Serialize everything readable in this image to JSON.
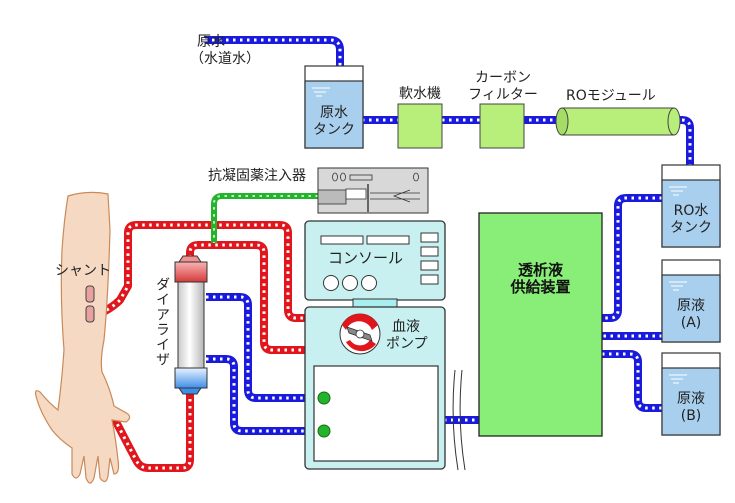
{
  "diagram": {
    "title": "Hemodialysis system diagram",
    "water_source": {
      "label_line1": "原水",
      "label_line2": "（水道水）"
    },
    "raw_water_tank": {
      "label_line1": "原水",
      "label_line2": "タンク"
    },
    "water_softener": {
      "label": "軟水機"
    },
    "carbon_filter": {
      "label_line1": "カーボン",
      "label_line2": "フィルター"
    },
    "ro_module": {
      "label": "ROモジュール"
    },
    "ro_water_tank": {
      "label_line1": "RO水",
      "label_line2": "タンク"
    },
    "concentrate_a": {
      "label_line1": "原液",
      "label_line2": "(A)"
    },
    "concentrate_b": {
      "label_line1": "原液",
      "label_line2": "(B)"
    },
    "dialysate_supply": {
      "label_line1": "透析液",
      "label_line2": "供給装置"
    },
    "anticoagulant_injector": {
      "label": "抗凝固薬注入器"
    },
    "console": {
      "label": "コンソール"
    },
    "blood_pump": {
      "label_line1": "血液",
      "label_line2": "ポンプ"
    },
    "dialyzer": {
      "label": "ダイアライザ"
    },
    "shunt": {
      "label": "シャント"
    }
  },
  "colors": {
    "water_pipe": "#1a1adc",
    "blood_pipe": "#e0161c",
    "anticoagulant_pipe": "#22b52b",
    "tank_water": "#a8cfee",
    "equipment_green": "#b8ee7a",
    "dialysate_green": "#88ee77",
    "console_fill": "#c8f0f0",
    "skin": "#f6d9c2"
  }
}
